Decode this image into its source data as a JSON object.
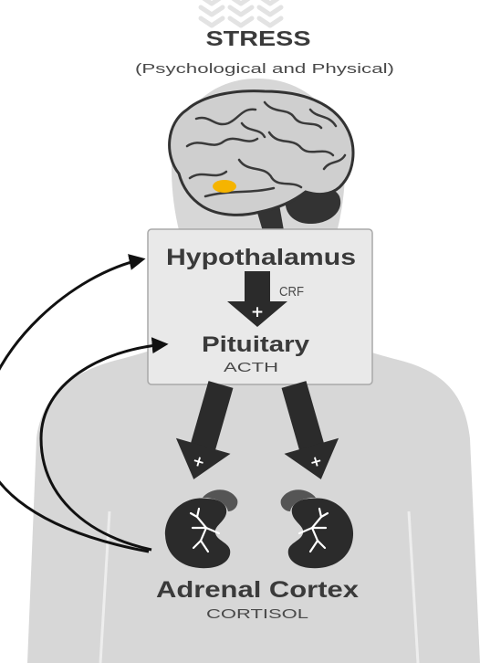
{
  "header": {
    "title": "STRESS",
    "subtitle": "(Psychological and Physical)"
  },
  "hypothalamus": {
    "label": "Hypothalamus",
    "hormone": "CRF"
  },
  "pituitary": {
    "label": "Pituitary",
    "hormone": "ACTH"
  },
  "adrenal": {
    "label": "Adrenal Cortex",
    "hormone": "CORTISOL"
  },
  "effect_sign": "+",
  "icons": {
    "stress": "chevron-down-icon",
    "brain": "brain-icon",
    "kidney": "kidney-icon",
    "adrenal_gland": "adrenal-gland-icon"
  },
  "colors": {
    "background": "#ffffff",
    "silhouette": "#d7d7d7",
    "chevron": "#e3e3e3",
    "box_fill": "#e9e9e9",
    "box_border": "#a9a9a9",
    "arrow": "#2b2b2b",
    "feedback_line": "#111111",
    "brain_fill": "#cfcfcf",
    "brain_dark": "#333333",
    "kidney": "#2b2b2b",
    "adrenal_gland": "#555555",
    "highlight": "#f5b400",
    "text": "#3a3a3a"
  }
}
